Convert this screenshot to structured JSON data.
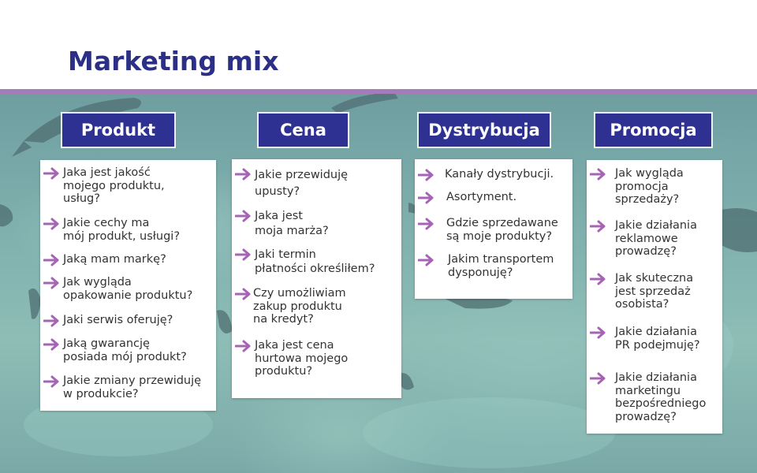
{
  "title": "Marketing mix",
  "colors": {
    "title": "#2b2f86",
    "rule": "#a57bb9",
    "header_bg": "#2e3192",
    "arrow": "#a564b4"
  },
  "columns": [
    {
      "header": "Produkt",
      "items": [
        "Jaka jest jakość\nmojego produktu,\nusług?",
        "Jakie cechy ma\nmój produkt, usługi?",
        "Jaką mam markę?",
        "Jak wygląda\nopakowanie produktu?",
        "Jaki serwis oferuję?",
        "Jaką gwarancję\nposiada mój produkt?",
        "Jakie zmiany przewiduję\nw produkcie?"
      ]
    },
    {
      "header": "Cena",
      "items": [
        "Jakie przewiduję\nupusty?",
        "Jaka jest\nmoja marża?",
        "Jaki termin\npłatności określiłem?",
        "Czy umożliwiam\nzakup produktu\nna kredyt?",
        "Jaka jest cena\nhurtowa mojego\nproduktu?"
      ]
    },
    {
      "header": "Dystrybucja",
      "items": [
        "Kanały dystrybucji.",
        "Asortyment.",
        "Gdzie sprzedawane\nsą moje produkty?",
        "Jakim transportem\ndysponuję?"
      ]
    },
    {
      "header": "Promocja",
      "items": [
        "Jak wygląda\npromocja\nsprzedaży?",
        "Jakie działania\nreklamowe\nprowadzę?",
        "Jak skuteczna\njest sprzedaż\nosobista?",
        "Jakie działania\nPR podejmuję?",
        "Jakie działania\nmarketingu\nbezpośredniego\nprowadzę?"
      ]
    }
  ]
}
